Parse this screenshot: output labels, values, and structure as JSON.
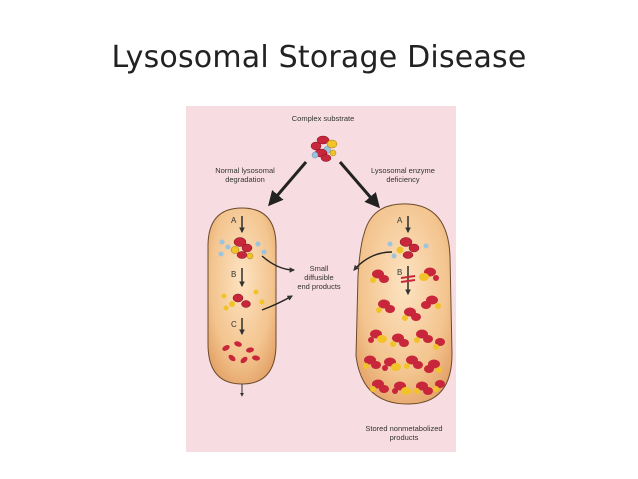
{
  "slide": {
    "title": "Lysosomal Storage Disease"
  },
  "figure": {
    "top_label": "Complex substrate",
    "left_branch_line1": "Normal lysosomal",
    "left_branch_line2": "degradation",
    "right_branch_line1": "Lysosomal enzyme",
    "right_branch_line2": "deficiency",
    "middle_line1": "Small",
    "middle_line2": "diffusible",
    "middle_line3": "end products",
    "bottom_line1": "Stored nonmetabolized",
    "bottom_line2": "products",
    "steps": {
      "a": "A",
      "b": "B",
      "c": "C"
    }
  },
  "colors": {
    "background": "#f7dde1",
    "cell_fill": "#f3c79a",
    "substrate_red": "#c8263a",
    "yellow": "#f2c229",
    "blue": "#9cc4de"
  }
}
